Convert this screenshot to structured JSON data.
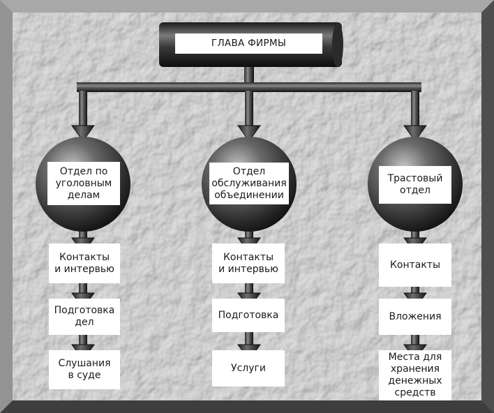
{
  "head": {
    "label": "ГЛАВА ФИРМЫ"
  },
  "departments": [
    {
      "name": "Отдел по\nуголовным\nделам",
      "steps": [
        "Контакты\nи интервью",
        "Подготовка\nдел",
        "Слушания\nв суде"
      ]
    },
    {
      "name": "Отдел\nобслуживания\nобъединении",
      "steps": [
        "Контакты\nи интервью",
        "Подготовка",
        "Услуги"
      ]
    },
    {
      "name": "Трастовый\nотдел",
      "steps": [
        "Контакты",
        "Вложения",
        "Места для\nхранения\nденежных\nсредств"
      ]
    }
  ]
}
